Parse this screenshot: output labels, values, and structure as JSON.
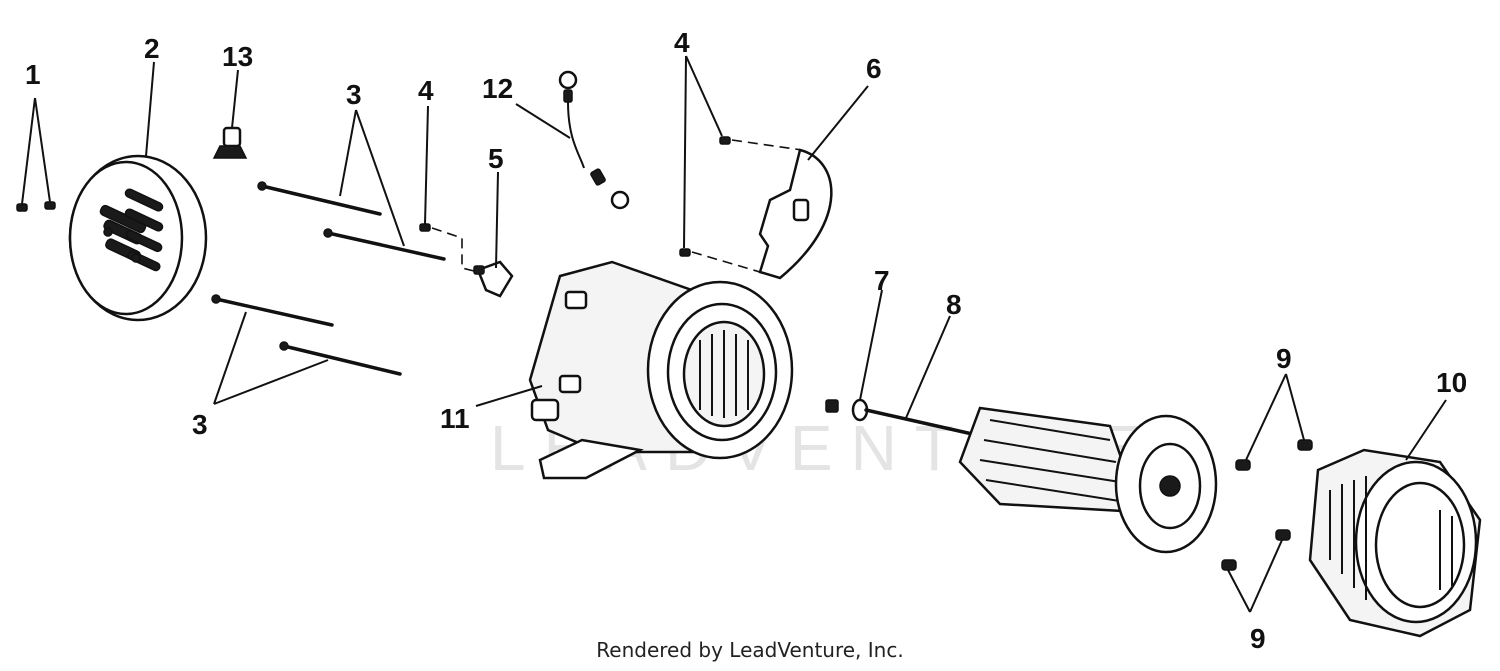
{
  "diagram": {
    "watermark": "LEADVENTURE",
    "credit": "Rendered by LeadVenture, Inc.",
    "callouts": {
      "c1": "1",
      "c2": "2",
      "c3a": "3",
      "c3b": "3",
      "c4a": "4",
      "c4b": "4",
      "c5": "5",
      "c6": "6",
      "c7": "7",
      "c8": "8",
      "c9a": "9",
      "c9b": "9",
      "c10": "10",
      "c11": "11",
      "c12": "12",
      "c13": "13"
    }
  }
}
